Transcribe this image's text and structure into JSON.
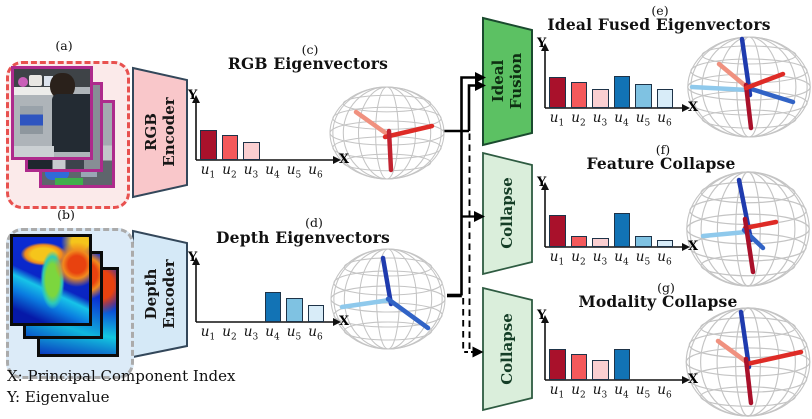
{
  "panel_tags": {
    "a": "(a)",
    "b": "(b)",
    "c": "(c)",
    "d": "(d)",
    "e": "(e)",
    "f": "(f)",
    "g": "(g)"
  },
  "titles": {
    "c": "RGB Eigenvectors",
    "d": "Depth Eigenvectors",
    "e": "Ideal Fused Eigenvectors",
    "f": "Feature Collapse",
    "g": "Modality Collapse"
  },
  "encoders": {
    "rgb": {
      "line1": "RGB",
      "line2": "Encoder"
    },
    "depth": {
      "line1": "Depth",
      "line2": "Encoder"
    }
  },
  "fusion_blocks": {
    "ideal": {
      "line1": "Ideal",
      "line2": "Fusion"
    },
    "feature_collapse": {
      "label": "Collapse"
    },
    "modality_collapse": {
      "label": "Collapse"
    }
  },
  "axis_labels": {
    "x": "X",
    "y": "Y"
  },
  "legend": {
    "x_note": "X: Principal Component Index",
    "y_note": "Y: Eigenvalue"
  },
  "colors": {
    "bar_palette": [
      "#A9112B",
      "#F4595B",
      "#FACFD1",
      "#1273B5",
      "#7FC2E2",
      "#D8ECF8"
    ],
    "bar_border": "#1E3348",
    "rgb_encoder_fill": "#F9C7CA",
    "depth_encoder_fill": "#D5E9F7",
    "ideal_fusion_fill": "#5CC163",
    "collapse_fill": "#DAEEDB",
    "rgb_stack_dashed_border": "#E8514F",
    "depth_stack_dashed_border": "#ABABAB",
    "photo_frame": "#AE2A8C",
    "vector_red": "#DE2B26",
    "vector_dark_red": "#A9112B",
    "vector_salmon": "#F0917F",
    "vector_navy": "#1F3BAE",
    "vector_royal": "#3163C6",
    "vector_light_blue": "#8FC9EC",
    "sphere_wire": "#C4C4C4"
  },
  "chart_data": [
    {
      "id": "c",
      "type": "bar",
      "title": "RGB Eigenvectors",
      "categories": [
        "u1",
        "u2",
        "u3",
        "u4",
        "u5",
        "u6"
      ],
      "values": [
        30,
        25,
        18,
        0,
        0,
        0
      ],
      "xlabel": "Principal Component Index",
      "ylabel": "Eigenvalue",
      "unit": "relative"
    },
    {
      "id": "d",
      "type": "bar",
      "title": "Depth Eigenvectors",
      "categories": [
        "u1",
        "u2",
        "u3",
        "u4",
        "u5",
        "u6"
      ],
      "values": [
        0,
        0,
        0,
        30,
        24,
        17
      ],
      "xlabel": "Principal Component Index",
      "ylabel": "Eigenvalue",
      "unit": "relative"
    },
    {
      "id": "e",
      "type": "bar",
      "title": "Ideal Fused Eigenvectors",
      "categories": [
        "u1",
        "u2",
        "u3",
        "u4",
        "u5",
        "u6"
      ],
      "values": [
        31,
        26,
        19,
        32,
        24,
        19
      ],
      "xlabel": "Principal Component Index",
      "ylabel": "Eigenvalue",
      "unit": "relative"
    },
    {
      "id": "f",
      "type": "bar",
      "title": "Feature Collapse",
      "categories": [
        "u1",
        "u2",
        "u3",
        "u4",
        "u5",
        "u6"
      ],
      "values": [
        32,
        11,
        9,
        34,
        11,
        7
      ],
      "xlabel": "Principal Component Index",
      "ylabel": "Eigenvalue",
      "unit": "relative"
    },
    {
      "id": "g",
      "type": "bar",
      "title": "Modality Collapse",
      "categories": [
        "u1",
        "u2",
        "u3",
        "u4",
        "u5",
        "u6"
      ],
      "values": [
        31,
        26,
        20,
        31,
        0,
        0
      ],
      "xlabel": "Principal Component Index",
      "ylabel": "Eigenvalue",
      "unit": "relative"
    }
  ]
}
